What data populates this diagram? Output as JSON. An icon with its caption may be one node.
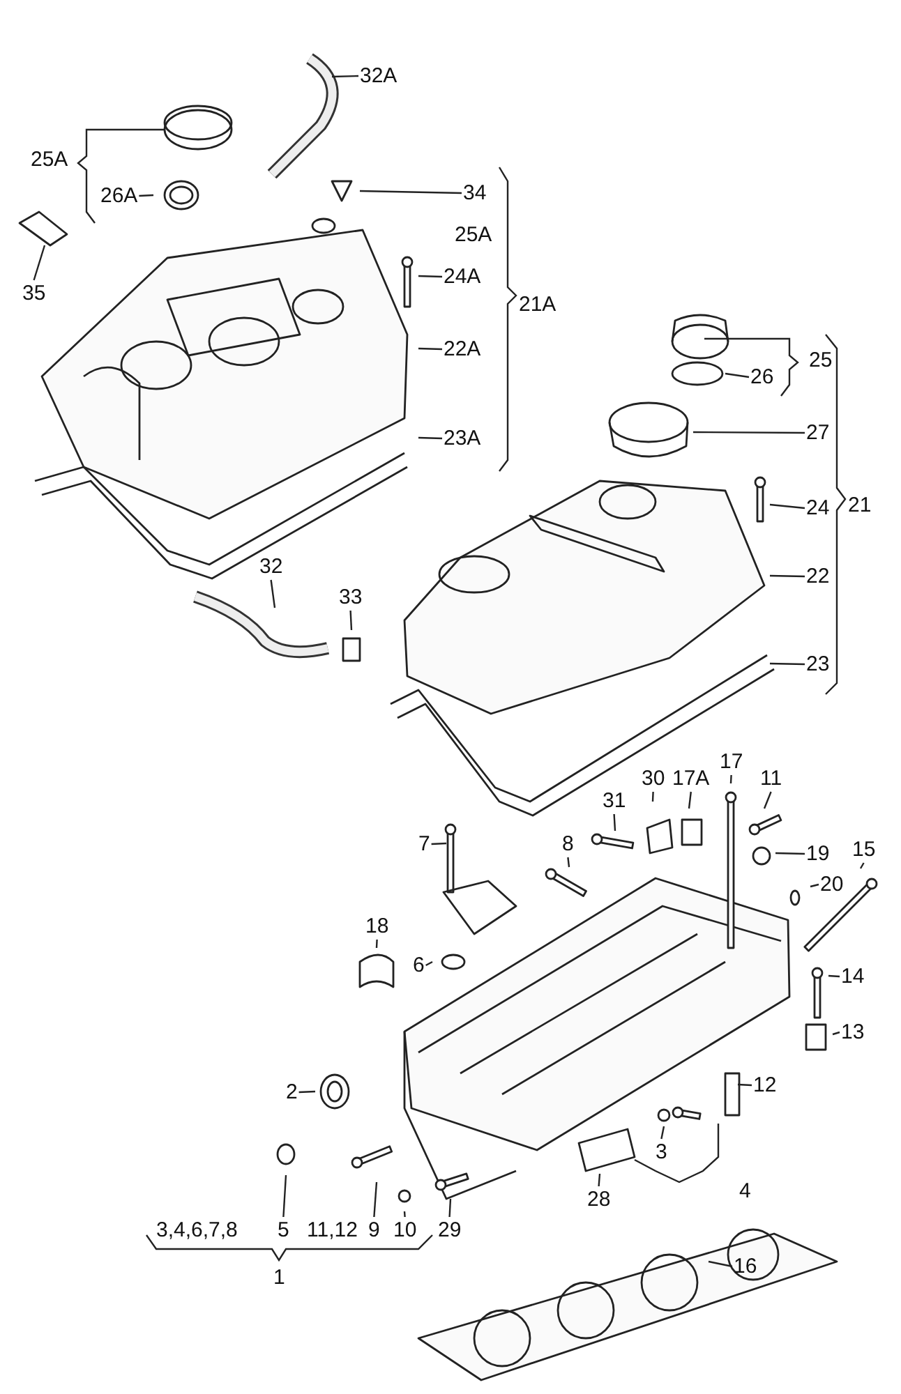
{
  "diagram": {
    "nodes": [
      {
        "text": [
          "32A"
        ]
      },
      {
        "text": [
          "26A"
        ]
      },
      {
        "text": [
          "34"
        ]
      },
      {
        "text": [
          "35"
        ]
      },
      {
        "text": [
          "24A"
        ]
      },
      {
        "text": [
          "22A"
        ]
      },
      {
        "text": [
          "23A"
        ]
      },
      {
        "text": [
          "26"
        ]
      },
      {
        "text": [
          "27"
        ]
      },
      {
        "text": [
          "24"
        ]
      },
      {
        "text": [
          "22"
        ]
      },
      {
        "text": [
          "23"
        ]
      },
      {
        "text": [
          "32"
        ]
      },
      {
        "text": [
          "33"
        ]
      },
      {
        "text": [
          "30"
        ]
      },
      {
        "text": [
          "17A"
        ]
      },
      {
        "text": [
          "17"
        ]
      },
      {
        "text": [
          "11"
        ]
      },
      {
        "text": [
          "31"
        ]
      },
      {
        "text": [
          "7"
        ]
      },
      {
        "text": [
          "8"
        ]
      },
      {
        "text": [
          "19"
        ]
      },
      {
        "text": [
          "15"
        ]
      },
      {
        "text": [
          "20"
        ]
      },
      {
        "text": [
          "18"
        ]
      },
      {
        "text": [
          "6"
        ]
      },
      {
        "text": [
          "14"
        ]
      },
      {
        "text": [
          "13"
        ]
      },
      {
        "text": [
          "2"
        ]
      },
      {
        "text": [
          "12"
        ]
      },
      {
        "text": [
          "3"
        ]
      },
      {
        "text": [
          "28"
        ]
      },
      {
        "text": [
          "9"
        ]
      },
      {
        "text": [
          "10"
        ]
      },
      {
        "text": [
          "29"
        ]
      },
      {
        "text": [
          "5"
        ]
      },
      {
        "text": [
          "16"
        ]
      }
    ],
    "edges": [
      {
        "from": 0,
        "to": null,
        "arrow": "none"
      },
      {
        "from": 1,
        "to": null,
        "arrow": "none"
      },
      {
        "from": 2,
        "to": null,
        "arrow": "none"
      },
      {
        "from": 3,
        "to": null,
        "arrow": "none"
      },
      {
        "from": 4,
        "to": null,
        "arrow": "none"
      },
      {
        "from": 5,
        "to": null,
        "arrow": "none"
      },
      {
        "from": 6,
        "to": null,
        "arrow": "none"
      },
      {
        "from": 7,
        "to": null,
        "arrow": "none"
      },
      {
        "from": 8,
        "to": null,
        "arrow": "none"
      },
      {
        "from": 9,
        "to": null,
        "arrow": "none"
      },
      {
        "from": 10,
        "to": null,
        "arrow": "none"
      },
      {
        "from": 11,
        "to": null,
        "arrow": "none"
      },
      {
        "from": 12,
        "to": null,
        "arrow": "none"
      },
      {
        "from": 13,
        "to": null,
        "arrow": "none"
      },
      {
        "from": 14,
        "to": null,
        "arrow": "none"
      },
      {
        "from": 15,
        "to": null,
        "arrow": "none"
      },
      {
        "from": 16,
        "to": null,
        "arrow": "none"
      },
      {
        "from": 17,
        "to": null,
        "arrow": "none"
      },
      {
        "from": 18,
        "to": null,
        "arrow": "none"
      },
      {
        "from": 19,
        "to": null,
        "arrow": "none"
      },
      {
        "from": 20,
        "to": null,
        "arrow": "none"
      },
      {
        "from": 21,
        "to": null,
        "arrow": "none"
      },
      {
        "from": 22,
        "to": null,
        "arrow": "none"
      },
      {
        "from": 23,
        "to": null,
        "arrow": "none"
      },
      {
        "from": 24,
        "to": null,
        "arrow": "none"
      },
      {
        "from": 25,
        "to": null,
        "arrow": "none"
      },
      {
        "from": 26,
        "to": null,
        "arrow": "none"
      },
      {
        "from": 27,
        "to": null,
        "arrow": "none"
      },
      {
        "from": 28,
        "to": null,
        "arrow": "none"
      },
      {
        "from": 29,
        "to": null,
        "arrow": "none"
      },
      {
        "from": 30,
        "to": null,
        "arrow": "none"
      },
      {
        "from": 31,
        "to": null,
        "arrow": "none"
      },
      {
        "from": 32,
        "to": null,
        "arrow": "none"
      },
      {
        "from": 33,
        "to": null,
        "arrow": "none"
      },
      {
        "from": 34,
        "to": null,
        "arrow": "none"
      },
      {
        "from": 35,
        "to": null,
        "arrow": "none"
      },
      {
        "from": 36,
        "to": null,
        "arrow": "none"
      }
    ],
    "labels": [
      "25A",
      "25A",
      "21A",
      "25",
      "21",
      "4",
      "3,4,6,7,8",
      "11,12",
      "1"
    ]
  }
}
